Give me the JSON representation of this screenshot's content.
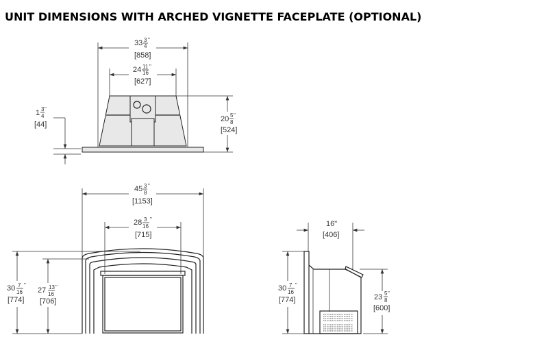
{
  "title": "UNIT DIMENSIONS WITH ARCHED VIGNETTE FACEPLATE (OPTIONAL)",
  "top_view": {
    "overall_width": {
      "whole": "33",
      "num": "3",
      "den": "4",
      "unit": "\"",
      "mm": "[858]"
    },
    "body_width": {
      "whole": "24",
      "num": "11",
      "den": "16",
      "unit": "\"",
      "mm": "[627]"
    },
    "height": {
      "whole": "20",
      "num": "5",
      "den": "8",
      "unit": "\"",
      "mm": "[524]"
    },
    "offset": {
      "whole": "1",
      "num": "3",
      "den": "4",
      "unit": "\"",
      "mm": "[44]"
    }
  },
  "front_view": {
    "overall_width": {
      "whole": "45",
      "num": "3",
      "den": "8",
      "unit": "\"",
      "mm": "[1153]"
    },
    "opening_width": {
      "whole": "28",
      "num": "3",
      "den": "16",
      "unit": "\"",
      "mm": "[715]"
    },
    "overall_height": {
      "whole": "30",
      "num": "7",
      "den": "16",
      "unit": "\"",
      "mm": "[774]"
    },
    "inner_height": {
      "whole": "27",
      "num": "13",
      "den": "16",
      "unit": "\"",
      "mm": "[706]"
    }
  },
  "side_view": {
    "depth": {
      "text": "16\"",
      "mm": "[406]"
    },
    "overall_height": {
      "whole": "30",
      "num": "7",
      "den": "16",
      "unit": "\"",
      "mm": "[774]"
    },
    "body_height": {
      "whole": "23",
      "num": "5",
      "den": "8",
      "unit": "\"",
      "mm": "[600]"
    }
  }
}
